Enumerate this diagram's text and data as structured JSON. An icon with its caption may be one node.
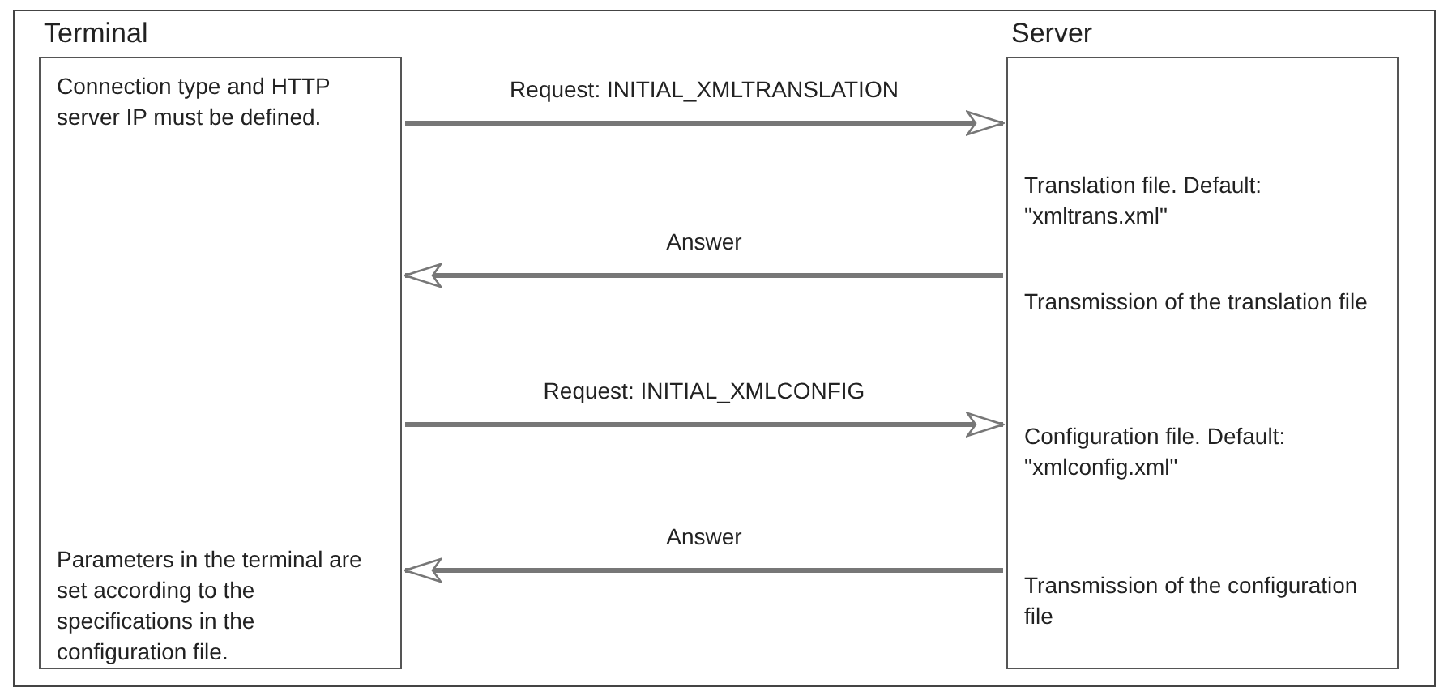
{
  "diagram": {
    "nodes": [
      {
        "text": [
          "Terminal",
          "Connection type and HTTP server IP must be defined.",
          "Parameters in the terminal are set according to the specifications in the configuration file."
        ]
      },
      {
        "text": [
          "Server",
          "Translation file. Default: \"xmltrans.xml\"",
          "Transmission of the translation file",
          "Configuration file. Default: \"xmlconfig.xml\"",
          "Transmission of the configuration file"
        ]
      }
    ],
    "edges": [
      {
        "from": 0,
        "to": 1,
        "arrow": "to",
        "label": "Request: INITIAL_XMLTRANSLATION"
      },
      {
        "from": 1,
        "to": 0,
        "arrow": "to",
        "label": "Answer"
      },
      {
        "from": 0,
        "to": 1,
        "arrow": "to",
        "label": "Request: INITIAL_XMLCONFIG"
      },
      {
        "from": 1,
        "to": 0,
        "arrow": "to",
        "label": "Answer"
      }
    ]
  }
}
